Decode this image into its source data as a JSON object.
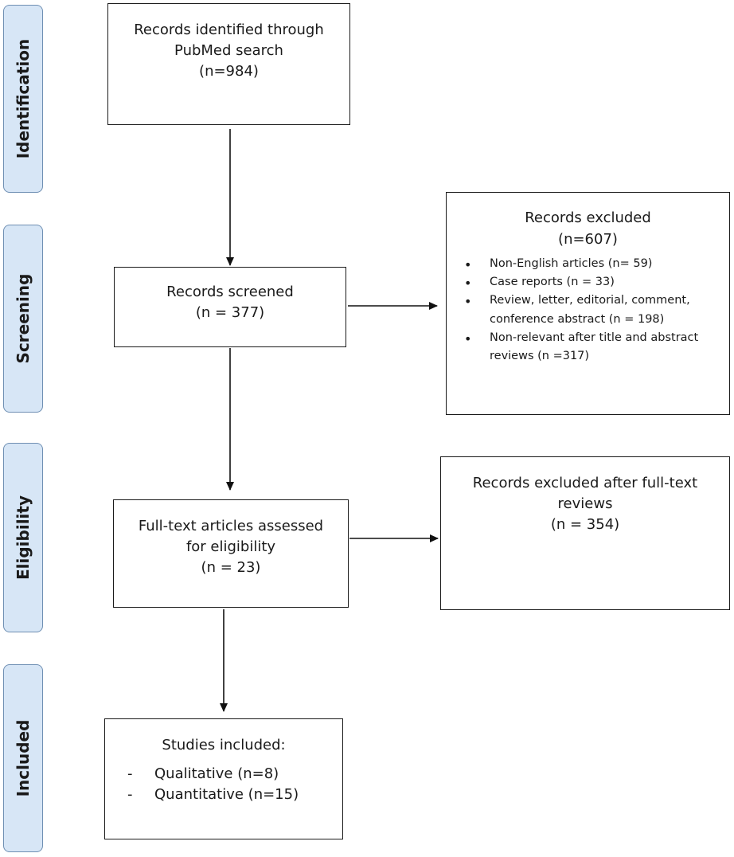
{
  "stages": {
    "identification": "Identification",
    "screening": "Screening",
    "eligibility": "Eligibility",
    "included": "Included"
  },
  "identified": {
    "line1": "Records identified through",
    "line2": "PubMed search",
    "line3": "(n=984)"
  },
  "screened": {
    "line1": "Records screened",
    "line2": "(n = 377)"
  },
  "excluded_records": {
    "title": "Records excluded",
    "count": "(n=607)",
    "items": [
      "Non-English articles (n= 59)",
      "Case reports (n = 33)",
      "Review, letter, editorial, comment, conference abstract (n = 198)",
      "Non-relevant after title and abstract reviews (n =317)"
    ]
  },
  "fulltext": {
    "line1": "Full-text articles assessed",
    "line2": "for eligibility",
    "line3": "(n = 23)"
  },
  "excluded_fulltext": {
    "line1": "Records excluded after full-text",
    "line2": "reviews",
    "line3": "(n = 354)"
  },
  "included": {
    "title": "Studies included:",
    "items": [
      "Qualitative (n=8)",
      "Quantitative (n=15)"
    ]
  }
}
